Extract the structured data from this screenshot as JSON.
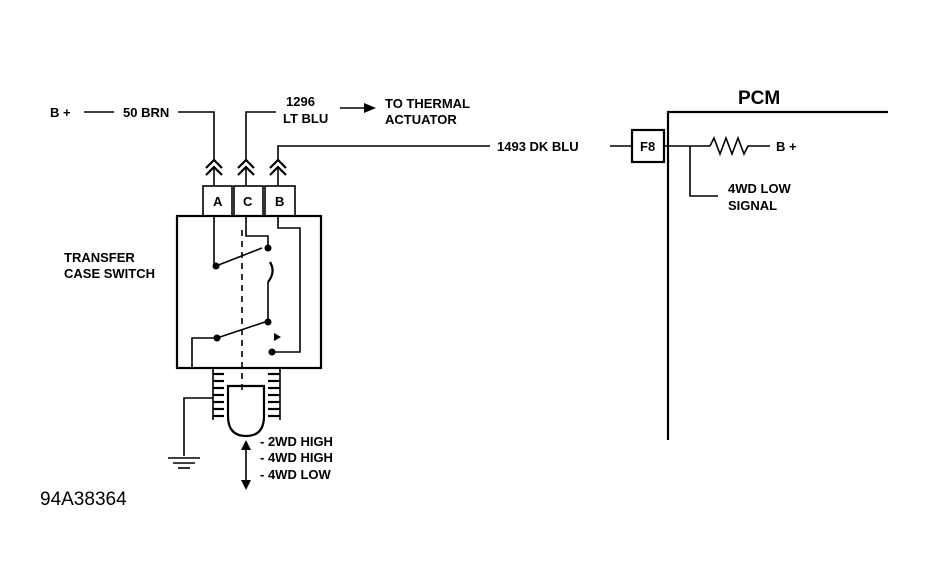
{
  "supply": {
    "b_plus_left": "B +",
    "wire_a": "50 BRN"
  },
  "actuator": {
    "circuit": "1296",
    "color": "LT BLU",
    "to_line1": "TO THERMAL",
    "to_line2": "ACTUATOR"
  },
  "signal_wire": "1493 DK BLU",
  "switch": {
    "title_line1": "TRANSFER",
    "title_line2": "CASE SWITCH",
    "pin_a": "A",
    "pin_c": "C",
    "pin_b": "B",
    "positions": [
      "- 2WD HIGH",
      "- 4WD HIGH",
      "- 4WD LOW"
    ]
  },
  "pcm": {
    "title": "PCM",
    "pin": "F8",
    "b_plus": "B +",
    "signal_line1": "4WD LOW",
    "signal_line2": "SIGNAL"
  },
  "figure_id": "94A38364"
}
